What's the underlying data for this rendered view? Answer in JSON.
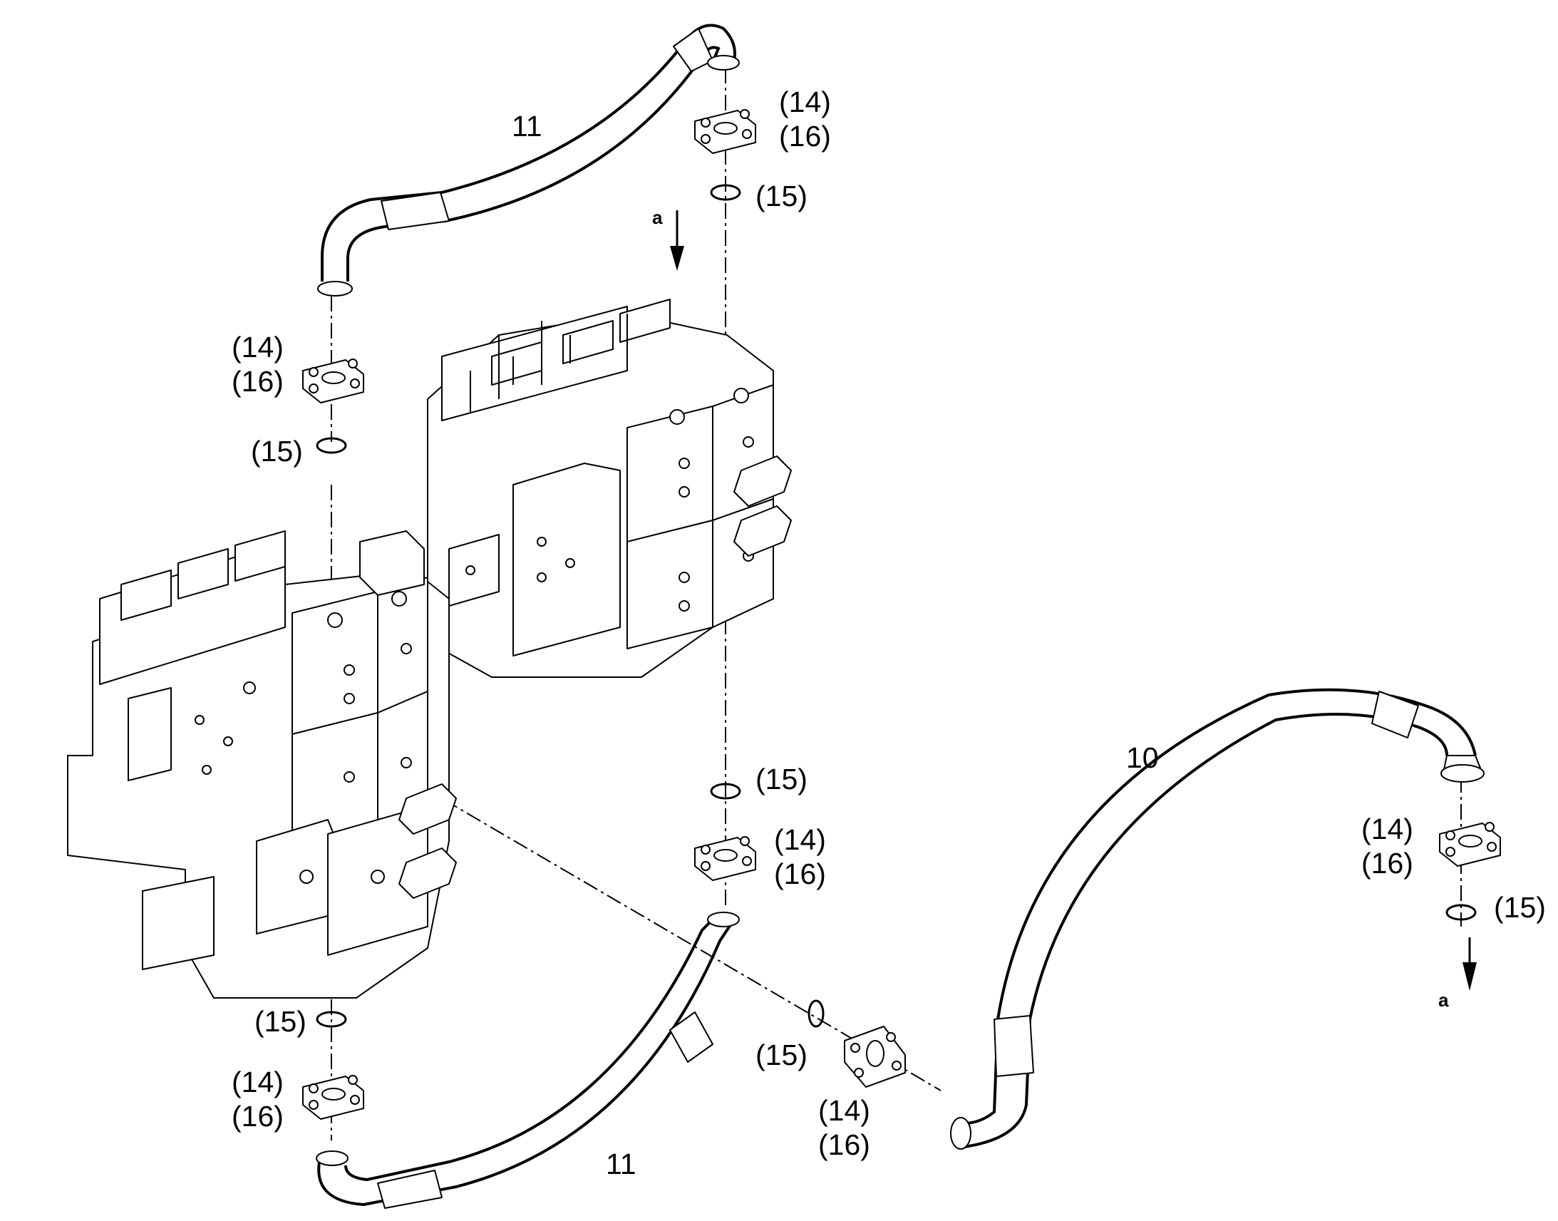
{
  "labels": {
    "hose_top": "11",
    "hose_bottom": "11",
    "hose_right": "10",
    "flange": "(14)",
    "screw": "(16)",
    "oring": "(15)",
    "arrow": "a"
  },
  "colors": {
    "line": "#000000",
    "background": "#ffffff"
  },
  "icons": [
    "hose",
    "flange",
    "o-ring",
    "valve-block",
    "direction-arrow"
  ]
}
